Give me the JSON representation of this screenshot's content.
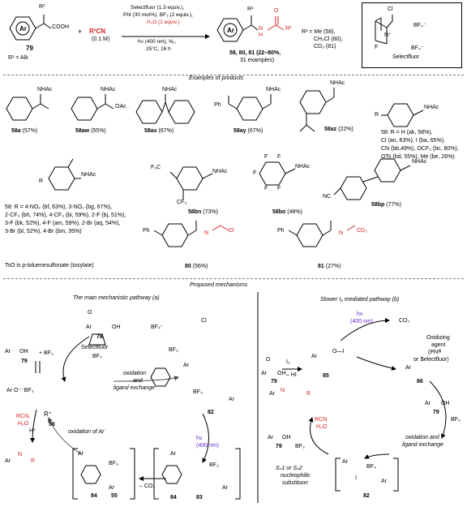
{
  "header": {
    "reagents_line1": "Selectfluor (1.3 equiv.),",
    "reagents_line2": "PhI (30 mol%), BF₃ (2 equiv.),",
    "reagents_line3": "H₂O (1 equiv.)",
    "conditions_line1": "hν (400 nm), N₂,",
    "conditions_line2": "25°C, 16 h",
    "acid_label": "79",
    "acid_r1_note": "R¹ = Alk",
    "acid_cooh": "COOH",
    "plus": "+",
    "nitrile": "R²CN",
    "nitrile_amount": "(0.1 M)",
    "products_label": "58, 80, 81 (22–80%,",
    "products_label2": "31 examples)",
    "r2_line1": "R² = Me (58),",
    "r2_line2": "CH₂Cl (80),",
    "r2_line3": "CD₃ (81)",
    "selectfluor_name": "Selectfluor",
    "ar": "Ar",
    "r1": "R¹",
    "r2": "R²",
    "nh": "N",
    "h": "H",
    "o": "O"
  },
  "examples": {
    "section_title": "Examples of products",
    "items": [
      {
        "id": "58a",
        "yield": "(57%)",
        "sub": "NHAc"
      },
      {
        "id": "58aw",
        "yield": "(55%)",
        "sub": "NHAc",
        "sub2": "OAc"
      },
      {
        "id": "58ax",
        "yield": "(67%)",
        "sub": "NHAc"
      },
      {
        "id": "58ay",
        "yield": "(67%)",
        "sub": "NHAc",
        "sub2": "Ph"
      },
      {
        "id": "58az",
        "yield": "(22%)",
        "sub": "NHAc"
      },
      {
        "id": "58bn",
        "yield": "(73%)",
        "sub": "NHAc",
        "sub2": "F₃C",
        "sub3": "CF₃"
      },
      {
        "id": "58bo",
        "yield": "(48%)",
        "sub": "NHAc",
        "sub2": "F"
      },
      {
        "id": "58bp",
        "yield": "(77%)",
        "sub": "NHAc",
        "sub2": "NC"
      },
      {
        "id": "80",
        "yield": "(56%)",
        "sub": "Cl"
      },
      {
        "id": "81",
        "yield": "(27%)",
        "sub": "CD₃"
      }
    ],
    "r_list": [
      "58: R = H (ak, 58%),",
      "Cl (an, 63%), I (ba, 65%),",
      "CN (bb,49%), OCF₃ (bc, 80%),",
      "OTs (bd, 55%), Me (be, 26%)"
    ],
    "r_list2": [
      "58: R = 4-NO₂ (bf, 63%), 3-NO₂ (bg, 67%),",
      "2-CF₃ (bh, 74%), 4-CF₃ (bi, 59%), 2-F (bj, 51%),",
      "3-F (bk, 52%), 4-F (am, 59%), 2-Br (aq, 54%),",
      "3-Br (bl, 52%), 4-Br (bm, 35%)"
    ],
    "tso_note": "TsO is p-toluenesulfonate (tosylate)"
  },
  "mechanism": {
    "section_title": "Proposed mechanisms",
    "left_title": "The main mechanistic pathway (a)",
    "right_title": "Slower I₂ mediated pathway (b)",
    "left": {
      "c78": "78",
      "selectfluor": "Selectfluor",
      "bf3": "BF₃",
      "ox1": "oxidation",
      "ox2": "ligand exchange",
      "and": "and",
      "c82": "82",
      "c79": "79",
      "c56": "56",
      "rcn": "RCN,",
      "h2o": "H₂O",
      "hplus": "H⁺",
      "ox_ar": "oxidation of Ar˙",
      "c84": "84",
      "c55": "55",
      "c83": "83",
      "co2": "– CO₂",
      "hv": "hν",
      "nm": "(400 nm)",
      "r_plus": "R⁺",
      "plus_bf3": "+ BF₃",
      "bf4": "BF₄⁻"
    },
    "right": {
      "hv": "hν",
      "nm": "(400 nm)",
      "co2": "CO₂",
      "i2": "I₂",
      "hi": "– HI",
      "c79": "79",
      "c85": "85",
      "c86": "86",
      "ox_agent1": "Oxidizing",
      "ox_agent2": "agent",
      "ox_agent3": "(PhIᴵᴵᴵ",
      "ox_agent4": "or Selectfluor)",
      "rcn": "RCN",
      "h2o": "H₂O",
      "sn_line1": "Sₙ1 or Sₙ2",
      "sn_line2": "nucleophilic",
      "sn_line3": "substituon",
      "oxle1": "oxidation and",
      "oxle2": "ligand exchange",
      "c82": "82",
      "bf3": "BF₃",
      "ar": "Ar",
      "i": "I"
    }
  }
}
